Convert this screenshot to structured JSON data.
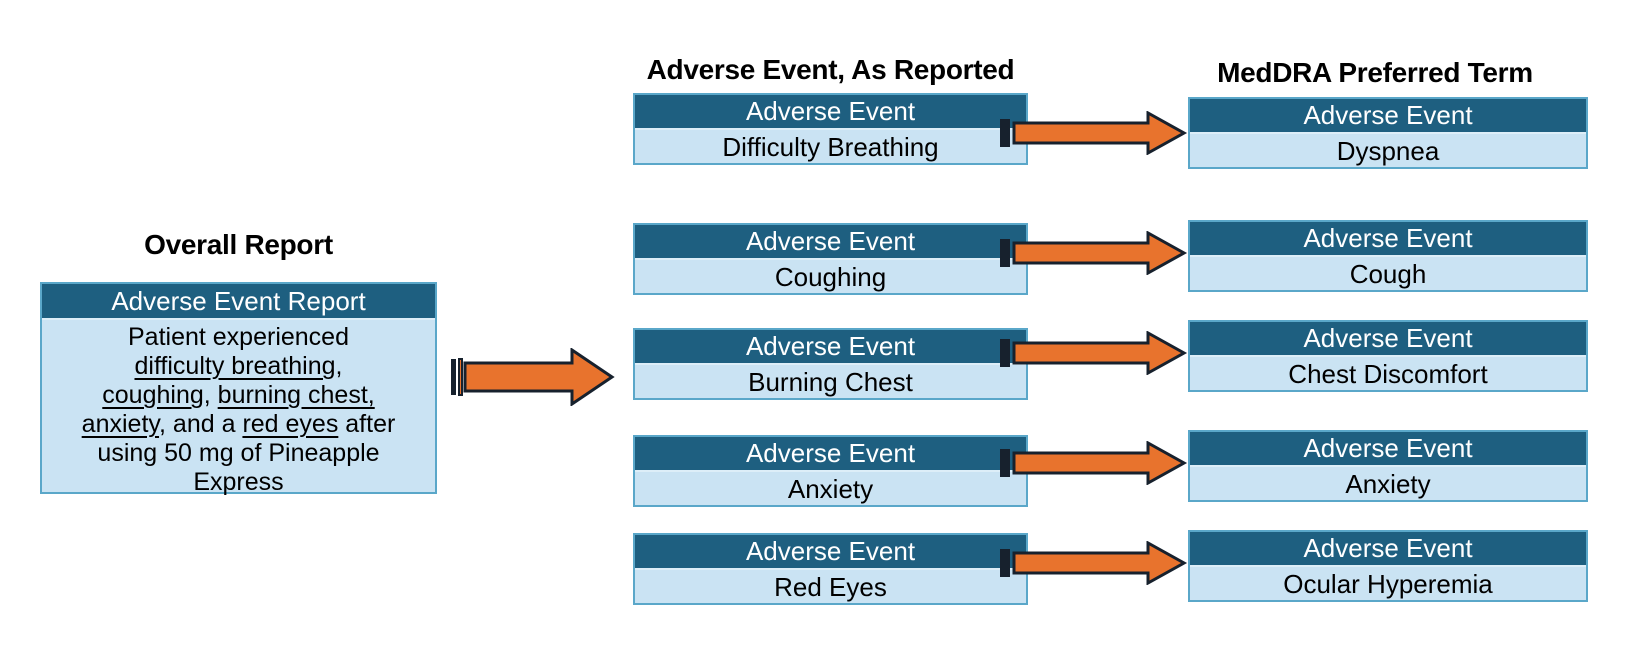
{
  "colors": {
    "bg": "#ffffff",
    "teal": "#1E5F80",
    "light": "#CAE3F3",
    "border": "#5AA7C9",
    "orange": "#E8732D",
    "outline": "#17212D"
  },
  "left": {
    "title": "Overall Report",
    "box_header": "Adverse Event Report",
    "body_segments": [
      {
        "text": "Patient experienced"
      },
      {
        "br": true
      },
      {
        "text": "difficulty breathing",
        "u": true
      },
      {
        "text": ","
      },
      {
        "br": true
      },
      {
        "text": "coughing",
        "u": true
      },
      {
        "text": ", "
      },
      {
        "text": "burning chest,",
        "u": true
      },
      {
        "br": true
      },
      {
        "text": "anxiety",
        "u": true
      },
      {
        "text": ", and a "
      },
      {
        "text": "red eyes",
        "u": true
      },
      {
        "text": " after"
      },
      {
        "br": true
      },
      {
        "text": "using 50 mg of Pineapple"
      },
      {
        "br": true
      },
      {
        "text": "Express"
      }
    ]
  },
  "middle": {
    "title": "Adverse Event, As Reported",
    "header_label": "Adverse Event",
    "rows": [
      "Difficulty Breathing",
      "Coughing",
      "Burning Chest",
      "Anxiety",
      "Red Eyes"
    ]
  },
  "right": {
    "title": "MedDRA Preferred Term",
    "header_label": "Adverse Event",
    "rows": [
      "Dyspnea",
      "Cough",
      "Chest Discomfort",
      "Anxiety",
      "Ocular Hyperemia"
    ]
  }
}
